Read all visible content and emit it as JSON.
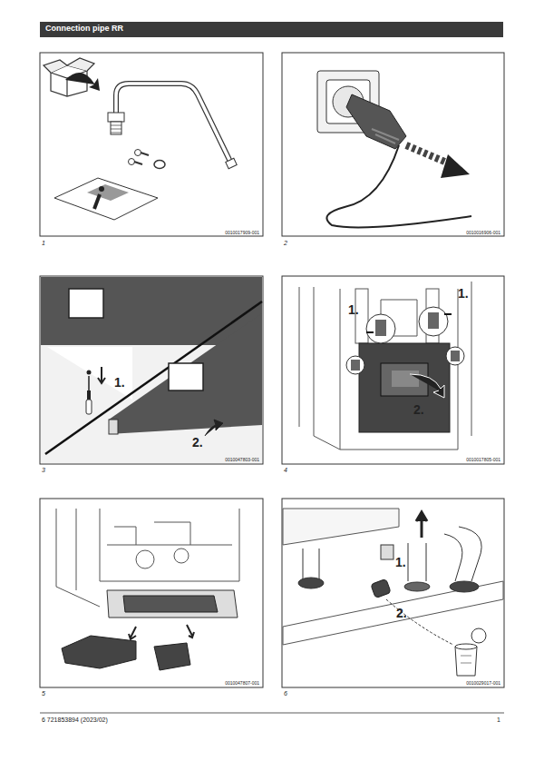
{
  "diagram": {
    "title": "Connection pipe RR",
    "labels": [
      "0010017909-001",
      "1",
      "0010016906-001",
      "2",
      "1.",
      "2.",
      "0010047803-001",
      "3",
      "1.",
      "1.",
      "2.",
      "0010017805-001",
      "4",
      "0010047807-001",
      "5",
      "1.",
      "2.",
      "0010029017-001",
      "6",
      "6 721853894 (2023/02)",
      "1"
    ]
  }
}
